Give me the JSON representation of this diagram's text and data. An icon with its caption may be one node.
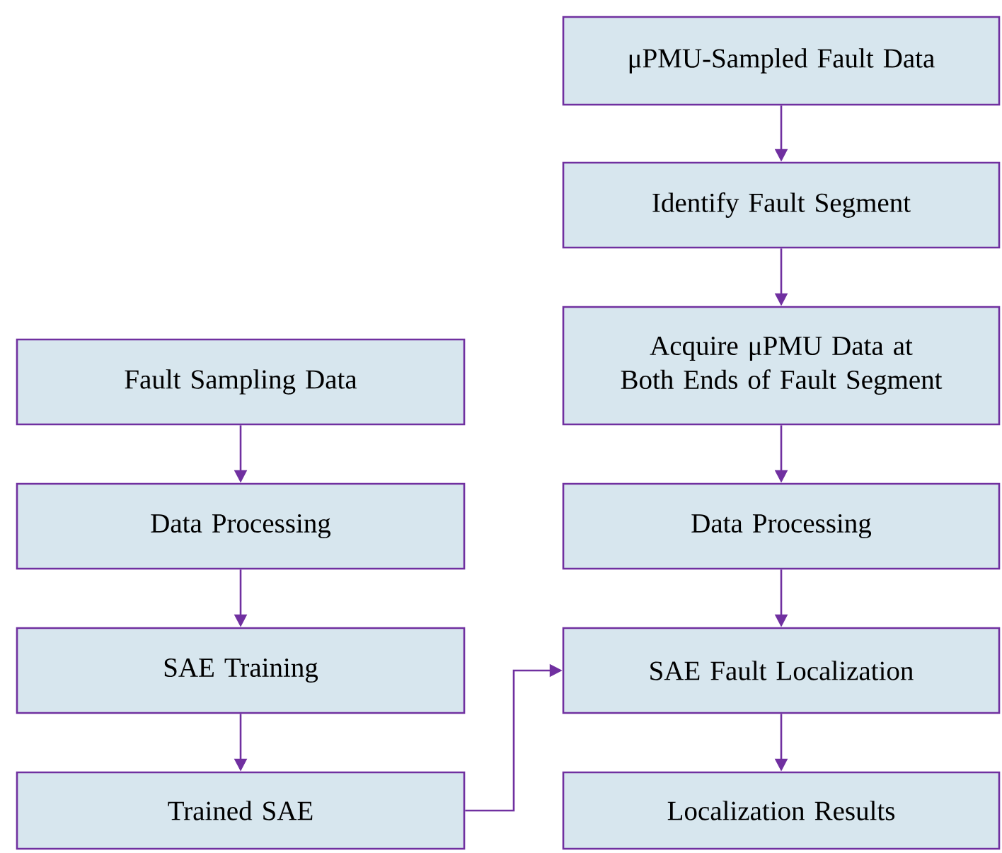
{
  "diagram": {
    "nodes": [
      {
        "text": [
          "μPMU-Sampled Fault Data"
        ]
      },
      {
        "text": [
          "Identify Fault Segment"
        ]
      },
      {
        "text": [
          "Acquire μPMU Data at Both Ends of Fault Segment"
        ]
      },
      {
        "text": [
          "Data Processing"
        ]
      },
      {
        "text": [
          "SAE Fault Localization"
        ]
      },
      {
        "text": [
          "Localization Results"
        ]
      },
      {
        "text": [
          "Fault Sampling Data"
        ]
      },
      {
        "text": [
          "Data Processing"
        ]
      },
      {
        "text": [
          "SAE Training"
        ]
      },
      {
        "text": [
          "Trained SAE"
        ]
      }
    ],
    "edges": [
      {
        "from": 0,
        "to": 1,
        "arrow": "to"
      },
      {
        "from": 1,
        "to": 2,
        "arrow": "to"
      },
      {
        "from": 2,
        "to": 3,
        "arrow": "to"
      },
      {
        "from": 3,
        "to": 4,
        "arrow": "to"
      },
      {
        "from": 4,
        "to": 5,
        "arrow": "to"
      },
      {
        "from": 6,
        "to": 7,
        "arrow": "to"
      },
      {
        "from": 7,
        "to": 8,
        "arrow": "to"
      },
      {
        "from": 8,
        "to": 9,
        "arrow": "to"
      },
      {
        "from": 9,
        "to": 4,
        "arrow": "to"
      }
    ]
  }
}
